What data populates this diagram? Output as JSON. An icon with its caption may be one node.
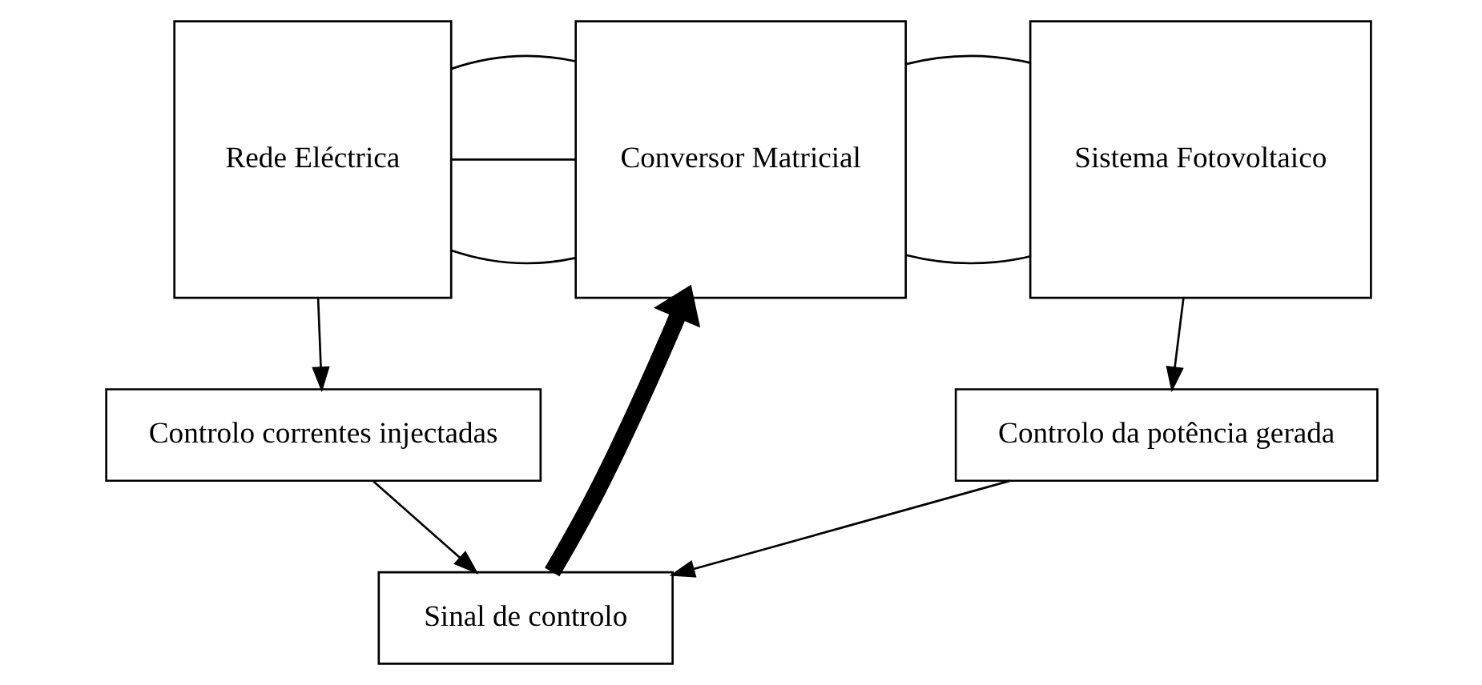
{
  "diagram": {
    "nodes": [
      {
        "text": [
          "Rede Eléctrica"
        ]
      },
      {
        "text": [
          "Conversor Matricial"
        ]
      },
      {
        "text": [
          "Sistema Fotovoltaico"
        ]
      },
      {
        "text": [
          "Controlo correntes injectadas"
        ]
      },
      {
        "text": [
          "Sinal de controlo"
        ]
      },
      {
        "text": [
          "Controlo da potência gerada"
        ]
      }
    ],
    "edges": [
      {
        "from": 0,
        "to": 1,
        "arrow": "none"
      },
      {
        "from": 0,
        "to": 1,
        "arrow": "none"
      },
      {
        "from": 0,
        "to": 1,
        "arrow": "none"
      },
      {
        "from": 1,
        "to": 2,
        "arrow": "none"
      },
      {
        "from": 1,
        "to": 2,
        "arrow": "none"
      },
      {
        "from": 0,
        "to": 3,
        "arrow": "to"
      },
      {
        "from": 2,
        "to": 5,
        "arrow": "to"
      },
      {
        "from": 3,
        "to": 4,
        "arrow": "to"
      },
      {
        "from": 5,
        "to": 4,
        "arrow": "to"
      },
      {
        "from": 4,
        "to": 1,
        "arrow": "to",
        "style": "thick"
      }
    ]
  }
}
